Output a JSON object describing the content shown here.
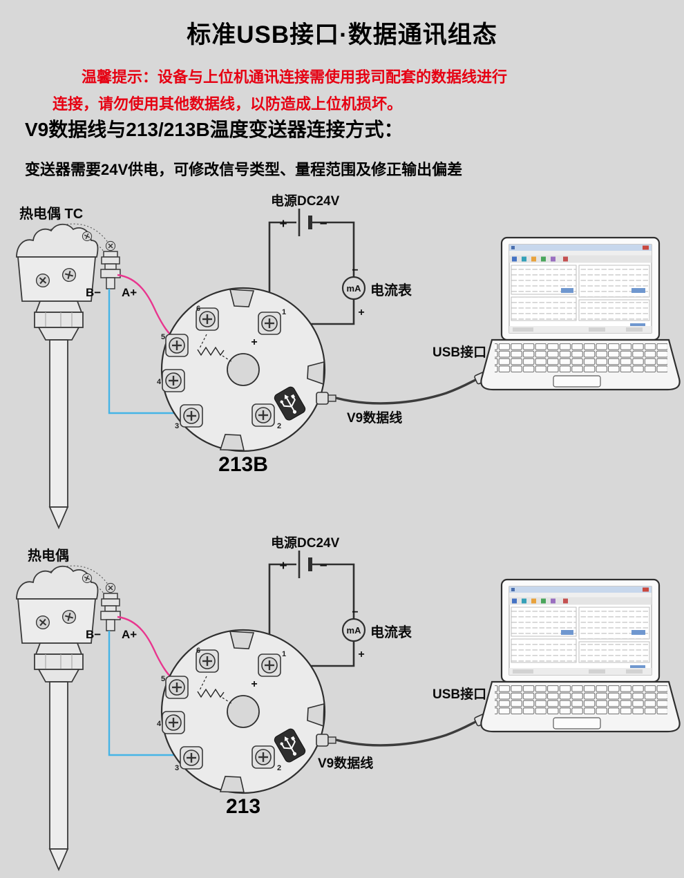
{
  "header": {
    "title": "标准USB接口·数据通讯组态",
    "warning_line1": "温馨提示：设备与上位机通讯连接需使用我司配套的数据线进行",
    "warning_line2": "连接，请勿使用其他数据线，以防造成上位机损坏。",
    "subtitle": "V9数据线与213/213B温度变送器连接方式：",
    "description": "变送器需要24V供电，可修改信号类型、量程范围及修正输出偏差"
  },
  "shared": {
    "ammeter_unit": "mA",
    "plus": "+",
    "minus": "−",
    "terminal_numbers": [
      "1",
      "2",
      "3",
      "4",
      "5",
      "6"
    ]
  },
  "diagram_213b": {
    "thermocouple_label": "热电偶 TC",
    "terminal_b": "B−",
    "terminal_a": "A+",
    "power_label": "电源DC24V",
    "ammeter_label": "电流表",
    "usb_port_label": "USB接口",
    "cable_label": "V9数据线",
    "model": "213B"
  },
  "diagram_213": {
    "thermocouple_label": "热电偶",
    "terminal_b": "B−",
    "terminal_a": "A+",
    "power_label": "电源DC24V",
    "ammeter_label": "电流表",
    "usb_port_label": "USB接口",
    "cable_label": "V9数据线",
    "model": "213"
  },
  "colors": {
    "background": "#d8d8d8",
    "warning_red": "#e60012",
    "wire_pink": "#e8358e",
    "wire_cyan": "#45b4e6",
    "line_dark": "#2f2f2f"
  }
}
